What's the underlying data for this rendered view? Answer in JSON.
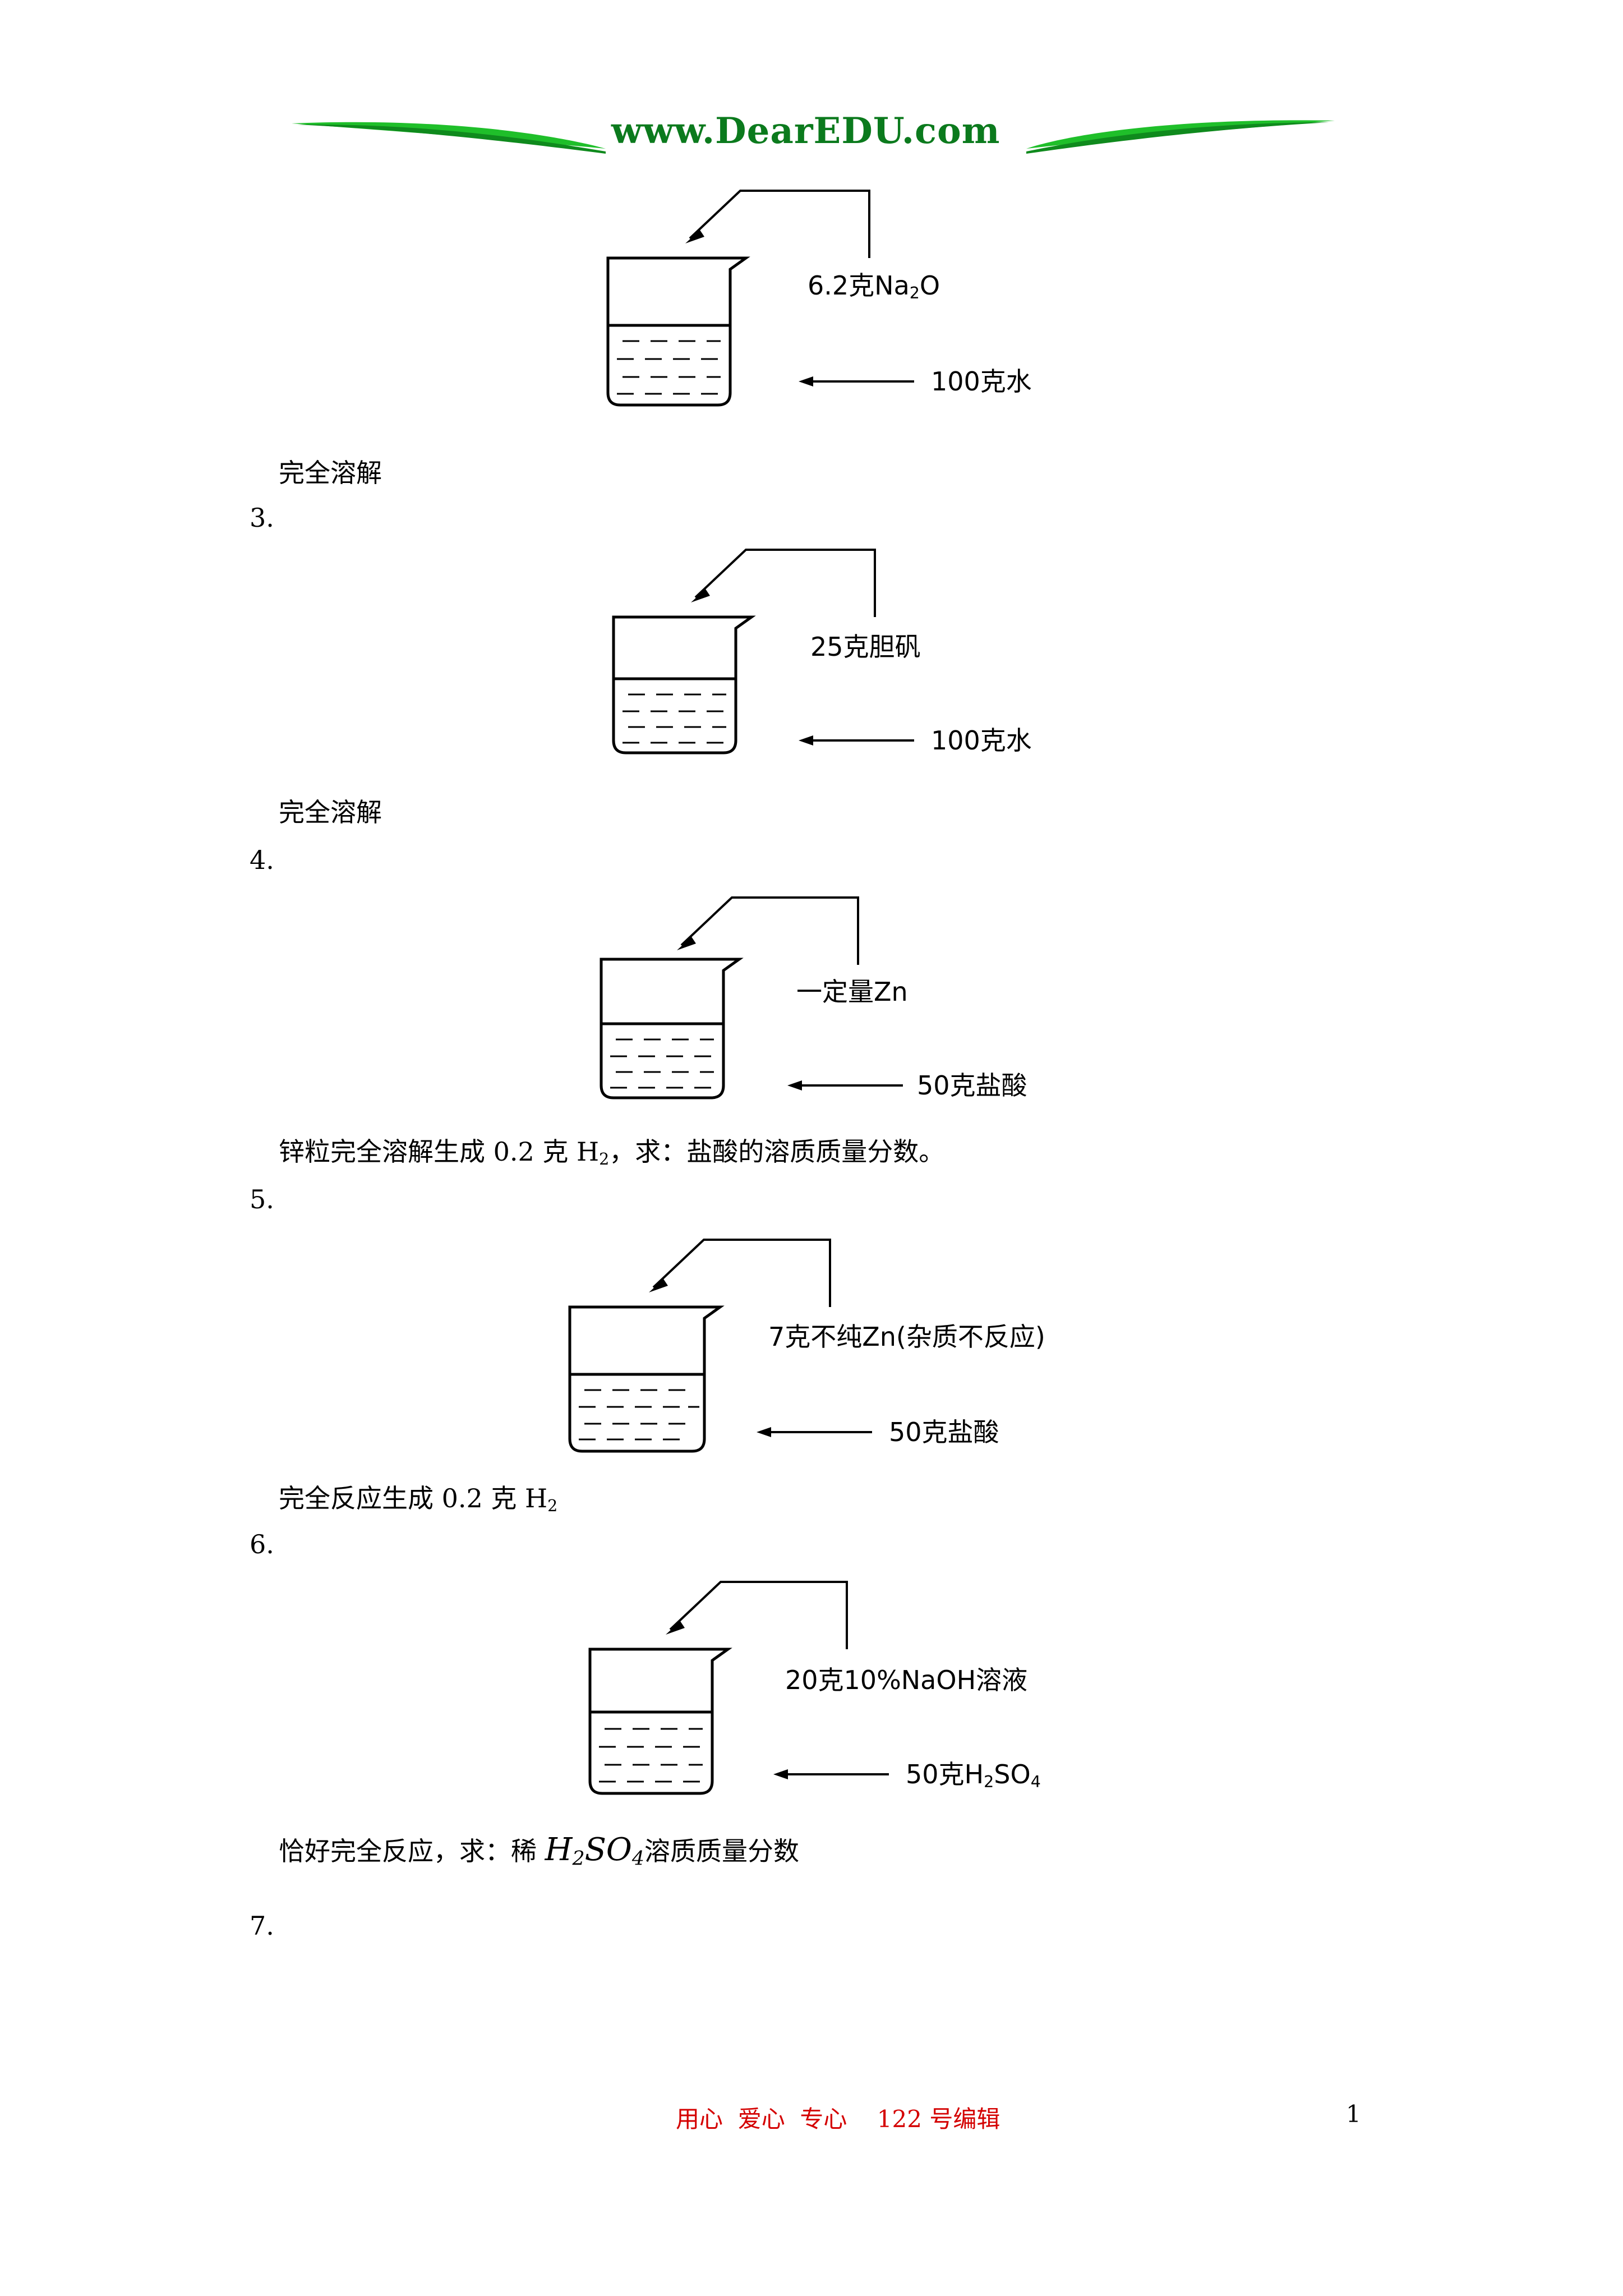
{
  "header": {
    "logo_text": "www.DearEDU.com"
  },
  "problems": [
    {
      "number": "",
      "reagent": "6.2克Na",
      "reagent_sub": "2",
      "reagent_tail": "O",
      "liquid": "100克水",
      "caption": "完全溶解"
    },
    {
      "number": "3.",
      "reagent": "25克胆矾",
      "liquid": "100克水",
      "caption": "完全溶解"
    },
    {
      "number": "4.",
      "reagent": "一定量Zn",
      "liquid": "50克盐酸",
      "caption_pre": "锌粒完全溶解生成 0.2 克 H",
      "caption_sub": "2",
      "caption_post": "，求：盐酸的溶质质量分数。"
    },
    {
      "number": "5.",
      "reagent": "7克不纯Zn(杂质不反应)",
      "liquid": "50克盐酸",
      "caption_pre": "完全反应生成 0.2 克 H",
      "caption_sub": "2"
    },
    {
      "number": "6.",
      "reagent": "20克10%NaOH溶液",
      "liquid_pre": "50克H",
      "liquid_sub1": "2",
      "liquid_mid": "SO",
      "liquid_sub2": "4",
      "caption_pre": "恰好完全反应，求：稀 ",
      "formula_h": "H",
      "formula_sub1": "2",
      "formula_so": "SO",
      "formula_sub2": "4",
      "caption_post": "溶质质量分数"
    },
    {
      "number": "7."
    }
  ],
  "footer": {
    "text": "用心  爱心  专心    122 号编辑",
    "page_number": "1"
  },
  "colors": {
    "logo_green": "#0b7a1d",
    "footer_red": "#d40000"
  }
}
